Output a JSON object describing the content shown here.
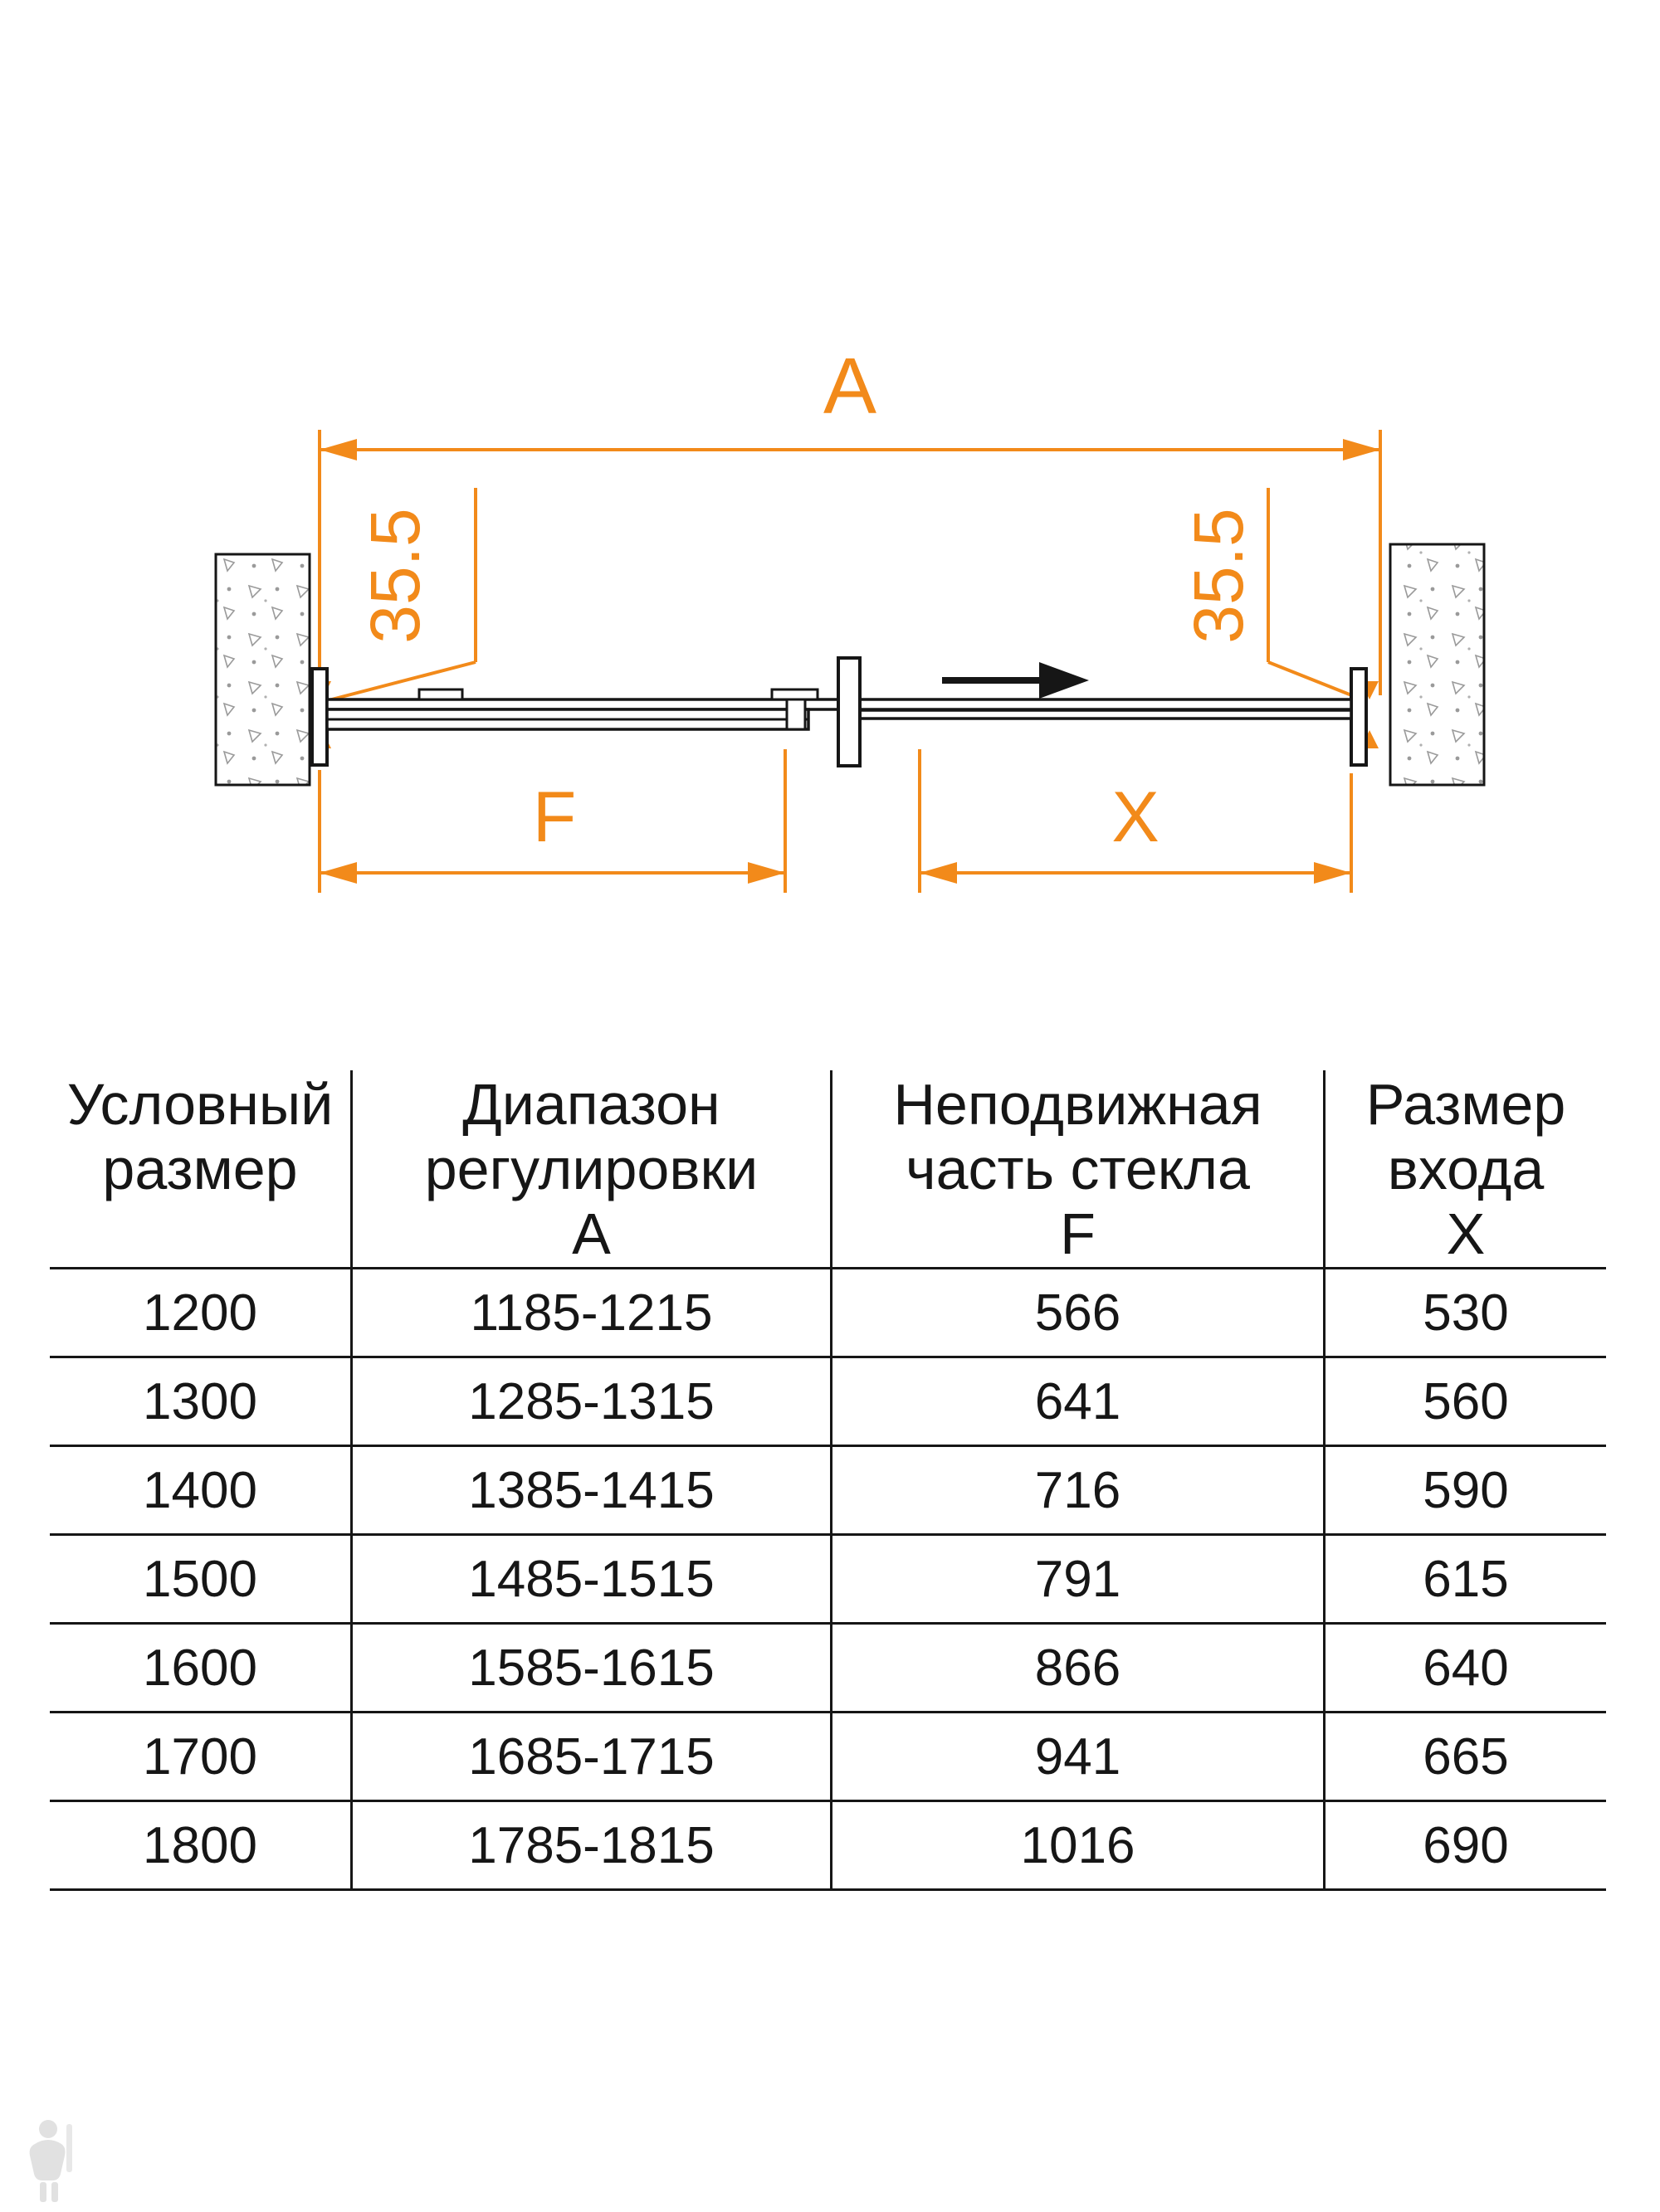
{
  "colors": {
    "accent_orange": "#F28A1A",
    "line_black": "#161616",
    "watermark_gray": "#c9c9c9"
  },
  "diagram": {
    "dim_a_label": "A",
    "dim_f_label": "F",
    "dim_x_label": "X",
    "dim_wall_left_label": "35.5",
    "dim_wall_right_label": "35.5"
  },
  "table": {
    "headers": [
      {
        "lines": [
          "Условный",
          "размер",
          ""
        ]
      },
      {
        "lines": [
          "Диапазон",
          "регулировки",
          "A"
        ]
      },
      {
        "lines": [
          "Неподвижная",
          "часть стекла",
          "F"
        ]
      },
      {
        "lines": [
          "Размер",
          "входа",
          "X"
        ]
      }
    ],
    "rows": [
      [
        "1200",
        "1185-1215",
        "566",
        "530"
      ],
      [
        "1300",
        "1285-1315",
        "641",
        "560"
      ],
      [
        "1400",
        "1385-1415",
        "716",
        "590"
      ],
      [
        "1500",
        "1485-1515",
        "791",
        "615"
      ],
      [
        "1600",
        "1585-1615",
        "866",
        "640"
      ],
      [
        "1700",
        "1685-1715",
        "941",
        "665"
      ],
      [
        "1800",
        "1785-1815",
        "1016",
        "690"
      ]
    ]
  }
}
